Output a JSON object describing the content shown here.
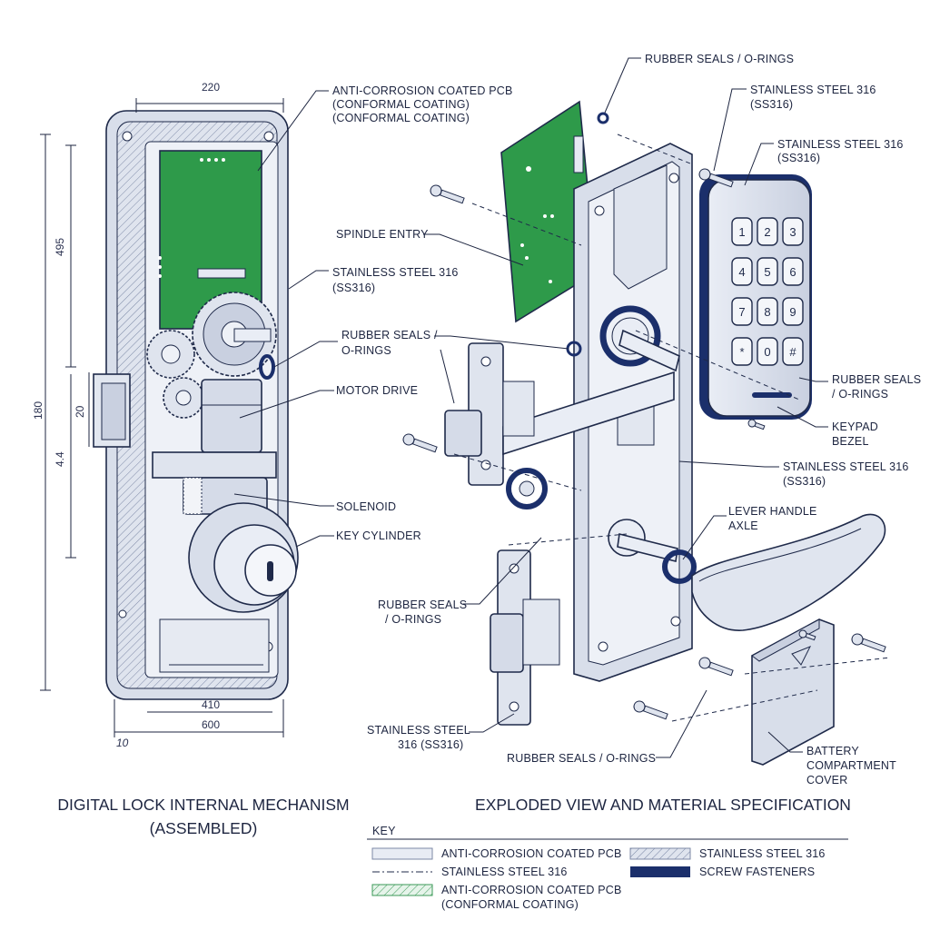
{
  "titles": {
    "left_line1": "DIGITAL LOCK INTERNAL MECHANISM",
    "left_line2": "(ASSEMBLED)",
    "right": "EXPLODED VIEW AND MATERIAL SPECIFICATION"
  },
  "dimensions": {
    "top_width": "220",
    "height_upper": "495",
    "height_total": "180",
    "height_mid": "20",
    "height_lower": "4.4",
    "bottom_inner": "410",
    "bottom_outer": "600",
    "depth": "10"
  },
  "left_labels": {
    "pcb_line1": "ANTI-CORROSION COATED PCB",
    "pcb_line2": "(CONFORMAL COATING)",
    "pcb_line3": "(CONFORMAL COATING)",
    "ss316_line1": "STAINLESS STEEL 316",
    "ss316_line2": "(SS316)",
    "seals_line1": "RUBBER SEALS /",
    "seals_line2": "O-RINGS",
    "motor": "MOTOR DRIVE",
    "solenoid": "SOLENOID",
    "key_cylinder": "KEY CYLINDER"
  },
  "right_labels": {
    "seals_top": "RUBBER SEALS / O-RINGS",
    "ss_top_line1": "STAINLESS STEEL 316",
    "ss_top_line2": "(SS316)",
    "ss_keypad_line1": "STAINLESS STEEL 316",
    "ss_keypad_line2": "(SS316)",
    "spindle": "SPINDLE ENTRY",
    "seals_keypad_line1": "RUBBER SEALS",
    "seals_keypad_line2": "/ O-RINGS",
    "keypad_line1": "KEYPAD",
    "keypad_line2": "BEZEL",
    "ss_mid_line1": "STAINLESS STEEL 316",
    "ss_mid_line2": "(SS316)",
    "lever_line1": "LEVER HANDLE",
    "lever_line2": "AXLE",
    "seals_latch_line1": "RUBBER SEALS",
    "seals_latch_line2": "/ O-RINGS",
    "ss_bottom_line1": "STAINLESS STEEL",
    "ss_bottom_line2": "316 (SS316)",
    "seals_bottom": "RUBBER SEALS / O-RINGS",
    "battery_line1": "BATTERY",
    "battery_line2": "COMPARTMENT",
    "battery_line3": "COVER"
  },
  "keypad": {
    "keys": [
      "1",
      "2",
      "3",
      "4",
      "5",
      "6",
      "7",
      "8",
      "9",
      "*",
      "0",
      "#"
    ]
  },
  "legend": {
    "title": "KEY",
    "items": [
      {
        "label": "ANTI-CORROSION COATED PCB",
        "swatch": "light-fill"
      },
      {
        "label": "STAINLESS STEEL 316",
        "swatch": "dash-dot-line"
      },
      {
        "label_line1": "ANTI-CORROSION COATED PCB",
        "label_line2": "(CONFORMAL COATING)",
        "swatch": "green-hatch"
      },
      {
        "label": "STAINLESS STEEL 316",
        "swatch": "grey-hatch"
      },
      {
        "label": "SCREW FASTENERS",
        "swatch": "navy-solid"
      }
    ]
  },
  "colors": {
    "outline": "#1f2a4a",
    "metal": "#dde2ee",
    "metal_dark": "#b8c0d4",
    "pcb_green": "#2e9a4a",
    "seal_navy": "#1b2f6b"
  }
}
